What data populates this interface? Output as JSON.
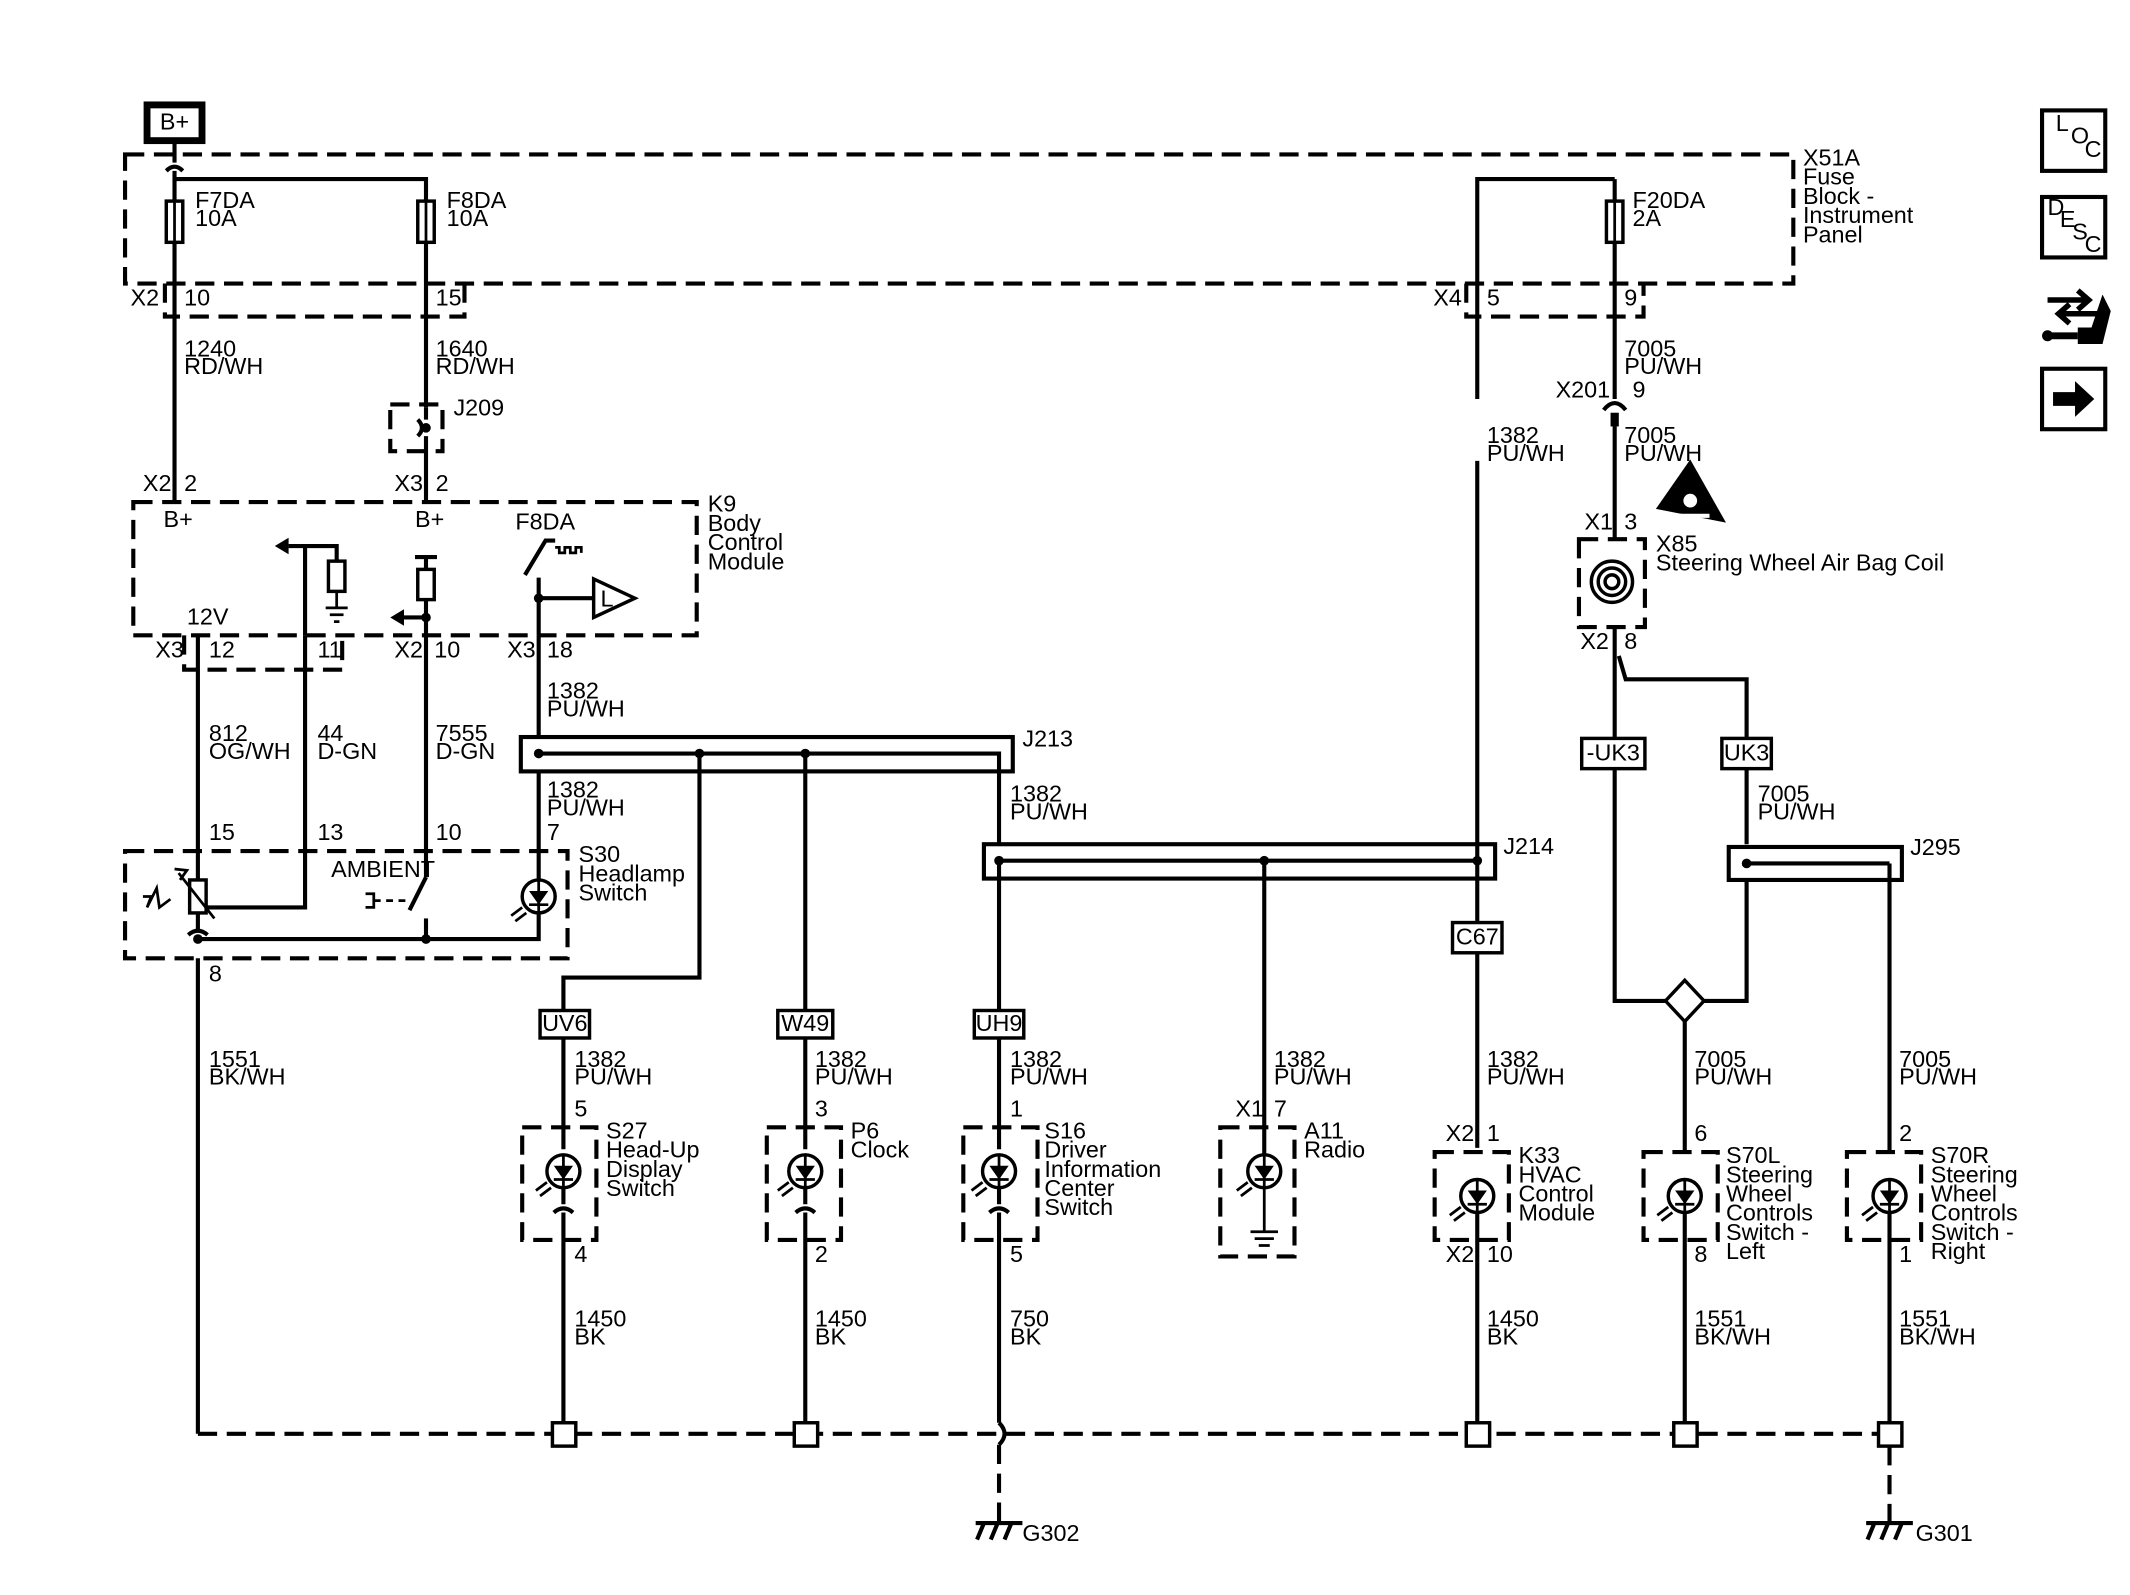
{
  "power": {
    "label": "B+"
  },
  "nav": [
    {
      "letters": [
        "L",
        "O",
        "C"
      ],
      "name": "loc-button"
    },
    {
      "letters": [
        "D",
        "E",
        "S",
        "C"
      ],
      "name": "desc-button"
    },
    {
      "name": "connector-tool-button"
    },
    {
      "name": "next-arrow-button"
    }
  ],
  "fuse_block": {
    "ref": "X51A",
    "desc": [
      "Fuse",
      "Block -",
      "Instrument",
      "Panel"
    ]
  },
  "fuses": [
    {
      "ref": "F7DA",
      "rating": "10A"
    },
    {
      "ref": "F8DA",
      "rating": "10A"
    },
    {
      "ref": "F20DA",
      "rating": "2A"
    }
  ],
  "pins": {
    "x2_10": [
      "X2",
      "10"
    ],
    "p15": "15",
    "x4_5": [
      "X4",
      "5"
    ],
    "p9": "9",
    "x201": [
      "X201",
      "9"
    ],
    "k9_x2_2": [
      "X2",
      "2"
    ],
    "k9_x3_2": [
      "X3",
      "2"
    ],
    "k9_x3_12": [
      "X3",
      "12"
    ],
    "p11": "11",
    "k9_x2_10": [
      "X2",
      "10"
    ],
    "k9_x3_18": [
      "X3",
      "18"
    ],
    "x85_x1_3": [
      "X1",
      "3"
    ],
    "x85_x2_8": [
      "X2",
      "8"
    ],
    "s30_15": "15",
    "s30_13": "13",
    "s30_10": "10",
    "s30_7": "7",
    "s30_8": "8",
    "s27_5": "5",
    "s27_4": "4",
    "p6_3": "3",
    "p6_2": "2",
    "s16_1": "1",
    "s16_5": "5",
    "a11_x1_7": [
      "X1",
      "7"
    ],
    "k33_x2_1": [
      "X2",
      "1"
    ],
    "k33_x2_10": [
      "X2",
      "10"
    ],
    "s70l_6": "6",
    "s70l_8": "8",
    "s70r_2": "2",
    "s70r_1": "1"
  },
  "wires": [
    [
      "1240",
      "RD/WH"
    ],
    [
      "1640",
      "RD/WH"
    ],
    [
      "7005",
      "PU/WH"
    ],
    [
      "7005",
      "PU/WH"
    ],
    [
      "1382",
      "PU/WH"
    ],
    [
      "812",
      "OG/WH"
    ],
    [
      "44",
      "D-GN"
    ],
    [
      "7555",
      "D-GN"
    ],
    [
      "1382",
      "PU/WH"
    ],
    [
      "1382",
      "PU/WH"
    ],
    [
      "1382",
      "PU/WH"
    ],
    [
      "7005",
      "PU/WH"
    ],
    [
      "1551",
      "BK/WH"
    ],
    [
      "1382",
      "PU/WH"
    ],
    [
      "1382",
      "PU/WH"
    ],
    [
      "1382",
      "PU/WH"
    ],
    [
      "1382",
      "PU/WH"
    ],
    [
      "1382",
      "PU/WH"
    ],
    [
      "7005",
      "PU/WH"
    ],
    [
      "7005",
      "PU/WH"
    ],
    [
      "1450",
      "BK"
    ],
    [
      "1450",
      "BK"
    ],
    [
      "750",
      "BK"
    ],
    [
      "1450",
      "BK"
    ],
    [
      "1551",
      "BK/WH"
    ],
    [
      "1551",
      "BK/WH"
    ]
  ],
  "splice_pack": {
    "j209": "J209",
    "j213": "J213",
    "j214": "J214",
    "j295": "J295"
  },
  "bcm": {
    "ref": "K9",
    "desc": [
      "Body",
      "Control",
      "Module"
    ],
    "b_plus": "B+",
    "twelve_v": "12V",
    "fuse_in": "F8DA",
    "lamp_out": "L"
  },
  "airbag": {
    "ref": "X85",
    "desc": "Steering Wheel Air Bag Coil"
  },
  "headlamp": {
    "ref": "S30",
    "desc": [
      "Headlamp",
      "Switch"
    ],
    "ambient": "AMBIENT"
  },
  "tags": [
    "-UK3",
    "UK3",
    "C67",
    "UV6",
    "W49",
    "UH9"
  ],
  "components": [
    {
      "ref": "S27",
      "desc": [
        "Head-Up",
        "Display",
        "Switch"
      ]
    },
    {
      "ref": "P6",
      "desc": [
        "Clock"
      ]
    },
    {
      "ref": "S16",
      "desc": [
        "Driver",
        "Information",
        "Center",
        "Switch"
      ]
    },
    {
      "ref": "A11",
      "desc": [
        "Radio"
      ]
    },
    {
      "ref": "K33",
      "desc": [
        "HVAC",
        "Control",
        "Module"
      ]
    },
    {
      "ref": "S70L",
      "desc": [
        "Steering",
        "Wheel",
        "Controls",
        "Switch -",
        "Left"
      ]
    },
    {
      "ref": "S70R",
      "desc": [
        "Steering",
        "Wheel",
        "Controls",
        "Switch -",
        "Right"
      ]
    }
  ],
  "grounds": [
    "G302",
    "G301"
  ]
}
